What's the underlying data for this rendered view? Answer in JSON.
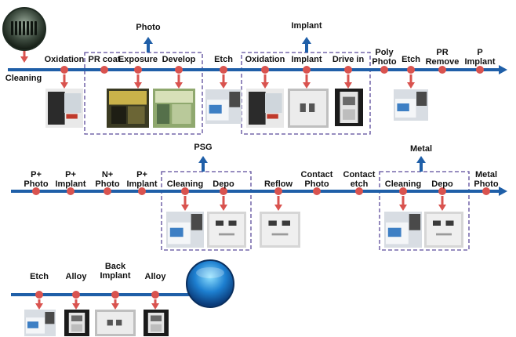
{
  "colors": {
    "line": "#1f5fa8",
    "line_dark": "#0f3f7a",
    "node": "#d9534f",
    "drop_arrow": "#d9534f",
    "up_arrow": "#1f5fa8",
    "box_border": "#5a4a9a"
  },
  "start_wafer": {
    "label": "Wafer"
  },
  "end_wafer": {
    "label": "Wafer"
  },
  "row1": {
    "steps": [
      {
        "id": "cleaning",
        "label": "Cleaning"
      },
      {
        "id": "oxidation1",
        "label": "Oxidation"
      },
      {
        "id": "pr-coat",
        "label": "PR coat"
      },
      {
        "id": "exposure",
        "label": "Exposure"
      },
      {
        "id": "develop",
        "label": "Develop"
      },
      {
        "id": "etch1",
        "label": "Etch"
      },
      {
        "id": "oxidation2",
        "label": "Oxidation"
      },
      {
        "id": "implant1",
        "label": "Implant"
      },
      {
        "id": "drive-in",
        "label": "Drive in"
      },
      {
        "id": "poly-photo",
        "label": "Poly\nPhoto"
      },
      {
        "id": "etch2",
        "label": "Etch"
      },
      {
        "id": "pr-remove",
        "label": "PR\nRemove"
      },
      {
        "id": "p-implant",
        "label": "P\nImplant"
      }
    ],
    "groups": [
      {
        "id": "photo",
        "label": "Photo"
      },
      {
        "id": "implant",
        "label": "Implant"
      }
    ]
  },
  "row2": {
    "steps": [
      {
        "id": "p-photo",
        "label": "P+\nPhoto"
      },
      {
        "id": "p-implant2",
        "label": "P+\nImplant"
      },
      {
        "id": "n-photo",
        "label": "N+\nPhoto"
      },
      {
        "id": "p-implant3",
        "label": "P+\nImplant"
      },
      {
        "id": "cleaning2",
        "label": "Cleaning"
      },
      {
        "id": "depo1",
        "label": "Depo"
      },
      {
        "id": "reflow",
        "label": "Reflow"
      },
      {
        "id": "contact-photo",
        "label": "Contact\nPhoto"
      },
      {
        "id": "contact-etch",
        "label": "Contact\netch"
      },
      {
        "id": "cleaning3",
        "label": "Cleaning"
      },
      {
        "id": "depo2",
        "label": "Depo"
      },
      {
        "id": "metal-photo",
        "label": "Metal\nPhoto"
      }
    ],
    "groups": [
      {
        "id": "psg",
        "label": "PSG"
      },
      {
        "id": "metal",
        "label": "Metal"
      }
    ]
  },
  "row3": {
    "steps": [
      {
        "id": "etch3",
        "label": "Etch"
      },
      {
        "id": "alloy1",
        "label": "Alloy"
      },
      {
        "id": "back-implant",
        "label": "Back\nImplant"
      },
      {
        "id": "alloy2",
        "label": "Alloy"
      }
    ]
  },
  "equipment_photos": [
    {
      "id": "oxidation-furnace",
      "kind": "furnace"
    },
    {
      "id": "photo-track",
      "kind": "cleanroom"
    },
    {
      "id": "photo-aligner",
      "kind": "cleanroom-green"
    },
    {
      "id": "etcher1",
      "kind": "white-tool"
    },
    {
      "id": "oxidation-furnace2",
      "kind": "furnace"
    },
    {
      "id": "implanter1",
      "kind": "panel"
    },
    {
      "id": "drive-in-furnace",
      "kind": "small-tool"
    },
    {
      "id": "etcher2",
      "kind": "white-tool"
    },
    {
      "id": "psg-cleaner",
      "kind": "white-tool"
    },
    {
      "id": "psg-depo",
      "kind": "cabinet"
    },
    {
      "id": "reflow-furnace",
      "kind": "cabinet"
    },
    {
      "id": "metal-cleaner",
      "kind": "white-tool"
    },
    {
      "id": "metal-depo",
      "kind": "cabinet"
    },
    {
      "id": "etcher3",
      "kind": "white-tool"
    },
    {
      "id": "alloy-furnace1",
      "kind": "small-tool"
    },
    {
      "id": "back-implanter",
      "kind": "panel"
    },
    {
      "id": "alloy-furnace2",
      "kind": "small-tool"
    }
  ]
}
